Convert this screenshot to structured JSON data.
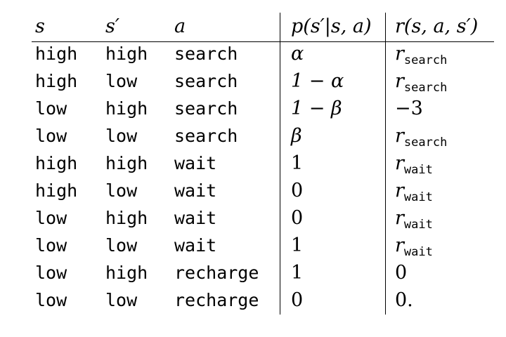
{
  "headers": {
    "s": "s",
    "s_prime": "s′",
    "a": "a",
    "p": "p(s′|s, a)",
    "r": "r(s, a, s′)"
  },
  "rows": [
    {
      "s": "high",
      "sp": "high",
      "a": "search",
      "p": "α",
      "r_base": "r",
      "r_sub": "search",
      "r_plain": ""
    },
    {
      "s": "high",
      "sp": "low",
      "a": "search",
      "p": "1 − α",
      "r_base": "r",
      "r_sub": "search",
      "r_plain": ""
    },
    {
      "s": "low",
      "sp": "high",
      "a": "search",
      "p": "1 − β",
      "r_base": "",
      "r_sub": "",
      "r_plain": "−3"
    },
    {
      "s": "low",
      "sp": "low",
      "a": "search",
      "p": "β",
      "r_base": "r",
      "r_sub": "search",
      "r_plain": ""
    },
    {
      "s": "high",
      "sp": "high",
      "a": "wait",
      "p": "1",
      "r_base": "r",
      "r_sub": "wait",
      "r_plain": ""
    },
    {
      "s": "high",
      "sp": "low",
      "a": "wait",
      "p": "0",
      "r_base": "r",
      "r_sub": "wait",
      "r_plain": ""
    },
    {
      "s": "low",
      "sp": "high",
      "a": "wait",
      "p": "0",
      "r_base": "r",
      "r_sub": "wait",
      "r_plain": ""
    },
    {
      "s": "low",
      "sp": "low",
      "a": "wait",
      "p": "1",
      "r_base": "r",
      "r_sub": "wait",
      "r_plain": ""
    },
    {
      "s": "low",
      "sp": "high",
      "a": "recharge",
      "p": "1",
      "r_base": "",
      "r_sub": "",
      "r_plain": "0"
    },
    {
      "s": "low",
      "sp": "low",
      "a": "recharge",
      "p": "0",
      "r_base": "",
      "r_sub": "",
      "r_plain": "0."
    }
  ]
}
